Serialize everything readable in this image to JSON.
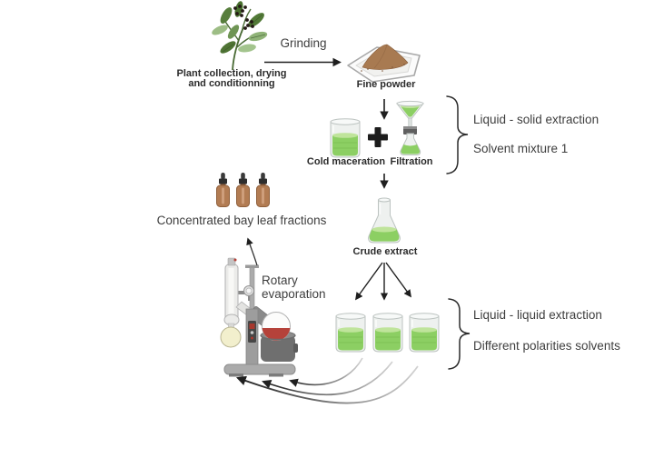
{
  "labels": {
    "plant": {
      "line1": "Plant collection, drying",
      "line2": "and conditionning"
    },
    "grinding": "Grinding",
    "fine_powder": "Fine powder",
    "cold_maceration": "Cold maceration",
    "filtration": "Filtration",
    "liquid_solid": {
      "line1": "Liquid - solid extraction",
      "line2": "Solvent mixture 1"
    },
    "crude_extract": "Crude extract",
    "liquid_liquid": {
      "line1": "Liquid - liquid extraction",
      "line2": "Different polarities solvents"
    },
    "rotary": {
      "line1": "Rotary",
      "line2": "evaporation"
    },
    "fractions": "Concentrated bay leaf fractions"
  },
  "icons": {
    "plant": "bay-branch-with-black-berries",
    "fine_powder": "brown-powder-mound-on-plate",
    "cold_maceration": "beaker-with-green-liquid",
    "plus": "+",
    "filtration": "funnel-over-erlenmeyer-flask",
    "crude_extract": "erlenmeyer-flask-green-liquid",
    "separation": "three-beakers-with-green-liquid",
    "rotary_evaporator": "rotavap-with-bath-and-flasks",
    "fractions": "three-amber-dropper-bottles"
  },
  "colors": {
    "green": "#8ccf63",
    "green_light": "#bfe49b",
    "amber": "#b27c53",
    "powder_brown": "#a87a51",
    "leaf_dark": "#4f7434",
    "leaf_light": "#9dbd85",
    "red_liquid": "#b5423a",
    "arrow_ink": "#1f1f1f",
    "text": "#3e3e3e"
  }
}
